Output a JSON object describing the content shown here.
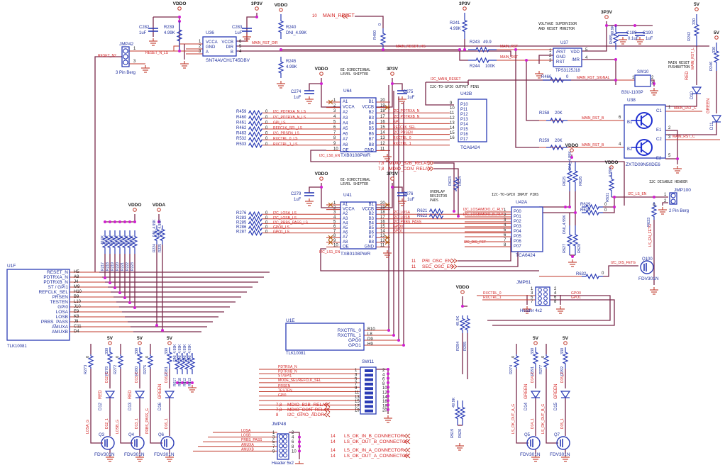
{
  "power": {
    "vddo": "VDDO",
    "p3v3": "3P3V",
    "v5": "5V",
    "vdda": "VDDA"
  },
  "top": {
    "c282": {
      "ref": "C282",
      "val": "1uF"
    },
    "r239": {
      "ref": "R239",
      "val": "4.99K"
    },
    "u36": {
      "ref": "U36",
      "part": "SN74AVCH1T45DBV",
      "pins_left": [
        "VCCA",
        "GND",
        "A"
      ],
      "pins_right": [
        "VCCB",
        "DIR",
        "B"
      ],
      "pin_nums_left": [
        "1",
        "2",
        "3"
      ],
      "pin_nums_right": [
        "6",
        "5",
        "4"
      ]
    },
    "c283": {
      "ref": "C283",
      "val": "1uF"
    },
    "r240": {
      "ref": "R240",
      "val": "DNI_4.99K"
    },
    "r245": {
      "ref": "R245",
      "val": "4.99K"
    },
    "jmp42": {
      "ref": "JMP42",
      "part": "3 Pin Berg",
      "pin1": "1",
      "pin3": "3"
    },
    "nets": {
      "reset_n2": "RESET_N2",
      "reset_n_ls": "RESET_N_LS",
      "main_rst_dir": "MAIN_RST_DIR",
      "main_reset_hs": "MAIN_RESET_HS",
      "main_rst": "MAIN_RST",
      "main_reset": "MAIN_RESET",
      "main_reset_sheet": "10"
    },
    "r490": {
      "ref": "R490",
      "val": "0"
    },
    "r241": {
      "ref": "R241",
      "val": "4.99K"
    },
    "r243": {
      "ref": "R243",
      "val": "49.9"
    },
    "r244": {
      "ref": "R244",
      "val": "100K"
    },
    "u37": {
      "ref": "U37",
      "part": "TPS3125J18",
      "title1": "VOLTAGE SUPERVISOR",
      "title2": "AND RESET MONITOR",
      "pins_left": [
        "/RST",
        "GND",
        "RST"
      ],
      "pins_right": [
        "VDD",
        "/MR"
      ],
      "pin_nums_left": [
        "1",
        "2",
        "3"
      ],
      "pin_nums_right": [
        "5",
        "4"
      ]
    },
    "r495": {
      "ref": "R495",
      "val": "49.9K"
    },
    "c189": {
      "ref": "C189",
      "val": "0.1uF"
    },
    "c190": {
      "ref": "C190",
      "val": "1uF"
    },
    "r242": {
      "ref": "R242",
      "val": "330",
      "net": "MAIN_RST_L"
    },
    "r246": {
      "ref": "R246",
      "val": "330"
    },
    "sw10": {
      "ref": "SW10",
      "part": "B3U-1100P",
      "title1": "MAIN RESET",
      "title2": "PUSHBUTTON",
      "p1": "1",
      "p2": "2",
      "p3": "3"
    },
    "r466": {
      "ref": "R466",
      "val": "0",
      "net": "MAIN_RST_SIGNAL"
    },
    "d10": {
      "ref": "D10",
      "color": "RED"
    },
    "d11": {
      "ref": "D11",
      "color": "GREEN"
    }
  },
  "u64": {
    "ref": "U64",
    "part": "TXB0108PWR",
    "title1": "BI-DIRECTIONAL",
    "title2": "LEVEL SHIFTER",
    "left": [
      "A1",
      "VCCA",
      "A2",
      "A3",
      "A4",
      "A5",
      "A6",
      "A7",
      "A8",
      "OE"
    ],
    "left_nums": [
      "1",
      "2",
      "3",
      "4",
      "5",
      "6",
      "7",
      "8",
      "9",
      "10"
    ],
    "right": [
      "B1",
      "VCCB",
      "B2",
      "B3",
      "B4",
      "B5",
      "B6",
      "B7",
      "B8",
      "GND"
    ],
    "right_nums": [
      "20",
      "19",
      "18",
      "17",
      "16",
      "15",
      "14",
      "13",
      "12",
      "11"
    ],
    "c274": {
      "ref": "C274",
      "val": "1uF"
    },
    "c275": {
      "ref": "C275",
      "val": "1uF"
    },
    "resistors": [
      "R459",
      "R460",
      "R461",
      "R462",
      "R463",
      "R532",
      "R533"
    ],
    "res_val": "0",
    "left_nets": [
      "I2C_PDTRXA_N_LS",
      "I2C_PDTRXB_N_LS",
      "GPI_LS",
      "REFCLK_SEL_LS",
      "I2C_PRSEN_LS",
      "RXCTRL_0_LS",
      "RXCTRL_1_LS"
    ],
    "right_nets": [
      "I2C_PDTRXA_N",
      "I2C_PDTRXB_N",
      "GPI",
      "REFCLK_SEL",
      "I2C_PRSEN",
      "RXCTRL_0",
      "RXCTRL_1"
    ],
    "oe_net": "I2C_LS0_EN",
    "main_reset_net": "I2C_MAIN_RESET"
  },
  "u42b": {
    "ref": "U42B",
    "part": "TCA6424",
    "title": "I2C-TO-GPIO OUTPUT PINS",
    "pins": [
      "P10",
      "P11",
      "P12",
      "P13",
      "P14",
      "P15",
      "P16",
      "P17"
    ],
    "nums": [
      "9",
      "10",
      "11",
      "12",
      "13",
      "14",
      "15",
      "16"
    ]
  },
  "u41": {
    "ref": "U41",
    "part": "TXB0108PWR",
    "title1": "BI-DIRECTIONAL",
    "title2": "LEVEL SHIFTER",
    "left": [
      "A1",
      "VCCA",
      "A2",
      "A3",
      "A4",
      "A5",
      "A6",
      "A7",
      "A8",
      "OE"
    ],
    "left_nums": [
      "1",
      "2",
      "3",
      "4",
      "5",
      "6",
      "7",
      "8",
      "9",
      "10"
    ],
    "right": [
      "B1",
      "VCCB",
      "B2",
      "B3",
      "B4",
      "B5",
      "B6",
      "B7",
      "B8",
      "GND"
    ],
    "right_nums": [
      "20",
      "19",
      "18",
      "17",
      "16",
      "15",
      "14",
      "13",
      "12",
      "11"
    ],
    "c279": {
      "ref": "C279",
      "val": "1uF"
    },
    "c276": {
      "ref": "C276",
      "val": "1uF"
    },
    "resistors": [
      "R276",
      "R283",
      "R285",
      "R286",
      "R287"
    ],
    "res_val": "0",
    "left_nets": [
      "I2C_LOSA_LS",
      "I2C_LOSB_LS",
      "I2C_PRBS_PASS_LS",
      "GPO0_LS",
      "GPO1_LS"
    ],
    "right_nets": [
      "I2C_LOSA",
      "I2C_LOSB",
      "I2C_PRBS_PASS",
      "GPO0",
      "GPO1"
    ],
    "oe_net": "I2C_LS1_EN",
    "relay_sheet": "7,8",
    "mdio_b2b": "MDIO_B2B_RELAY",
    "mdio_con": "MDIO_CON_RELAY",
    "osc_sheet": "11",
    "pri_osc": "PRI_OSC_EN",
    "sec_osc": "SEC_OSC_EN",
    "overlap_title1": "OVERLAP",
    "overlap_title2": "RESISTOR",
    "overlap_title3": "PADS",
    "r621": "R621",
    "r622": "R622",
    "r623": "R623",
    "r624": "R624",
    "dni0": "DNI_0",
    "u42a_nets": [
      "I2C_LOSA/MDIO_C_RLY",
      "I2C_LOSB/MDIO_B_RLY"
    ],
    "dis_fet": "I2C_DIS_FET"
  },
  "u42a": {
    "ref": "U42A",
    "part": "TCA6424",
    "title": "I2C-TO-GPIO INPUT PINS",
    "pins": [
      "P00",
      "P01",
      "P02",
      "P03",
      "P04",
      "P05",
      "P06",
      "P07"
    ],
    "nums": [
      "1",
      "2",
      "3",
      "4",
      "5",
      "6",
      "7",
      "8"
    ]
  },
  "u38": {
    "ref": "U38",
    "part": "ZXTD09N50DE6",
    "pins": [
      "C1",
      "B1",
      "E1",
      "C2",
      "B2",
      "E2"
    ],
    "nums": {
      "c1": "1",
      "b1": "6",
      "e1": "2",
      "c2": "3",
      "b2": "4",
      "e2": "5"
    },
    "r258": {
      "ref": "R258",
      "val": "20K"
    },
    "r259": {
      "ref": "R259",
      "val": "20K"
    },
    "net_b": "MAIN_RST_B",
    "net_c": "MAIN_RST_C"
  },
  "i2c_disable": {
    "title": "I2C DISABLE HEADER",
    "jmp": "JMP100",
    "part": "2 Pin Berg",
    "net": "I2C_LS_EN",
    "r625": "R625",
    "r626": "R626",
    "r627": "R627",
    "r628": "R628",
    "r629": "R629",
    "r630": "R630",
    "r631": "R631",
    "r633": "R633",
    "r632": "R632",
    "dni_499": "DNI_4.99K",
    "val_499": "4.99K",
    "zero": "0",
    "fet_net": "LS_EN_FETG",
    "dis_net": "I2C_DIS_FETG",
    "q100": "Q100",
    "fet": "FDV301N"
  },
  "u1f": {
    "ref": "U1F",
    "part": "TLK10081",
    "pins": [
      "RESET_N",
      "PDTRXA_N",
      "PDTRXB_N",
      "ST / GPI1",
      "REFCLK_SEL",
      "PRSEN",
      "TESTEN",
      "GPI0",
      "LOSA",
      "LOSB",
      "PRBS_PASS",
      "AMUXA",
      "AMUXB"
    ],
    "balls": [
      "H5",
      "A8",
      "J4",
      "M9",
      "H10",
      "B9",
      "L10",
      "J10",
      "E9",
      "K8",
      "J9",
      "C11",
      "D4"
    ],
    "pullups": [
      "R217",
      "R218",
      "R219",
      "R220",
      "R221",
      "R222",
      "R223"
    ],
    "pullup_val": "49.9K",
    "vdda_res": [
      "R224",
      "R225"
    ],
    "vdda_val": "DNI_4.99K"
  },
  "u1e": {
    "ref": "U1E",
    "part": "TLK10081",
    "pins": [
      "RXCTRL_0",
      "RXCTRL_1",
      "GPO0",
      "GPO1"
    ],
    "balls": [
      "B10",
      "L8",
      "D9",
      "H9"
    ]
  },
  "sw11": {
    "ref": "SW11",
    "odd": [
      "1",
      "3",
      "5",
      "7",
      "9",
      "11",
      "13",
      "15",
      "17",
      "19"
    ],
    "even": [
      "2",
      "4",
      "6",
      "8",
      "10",
      "12",
      "14",
      "16",
      "18",
      "20"
    ],
    "nets": [
      "PDTRXA_N",
      "PDTRXB_N",
      "ST/GPI1",
      "MODE_SEL/REFCLK_SEL",
      "PRSEN",
      "TESTEN",
      "GPI0"
    ],
    "ext": [
      {
        "sheet": "7,8",
        "net": "MDIO_B2B_RELAY"
      },
      {
        "sheet": "7,8",
        "net": "MDIO_CON_RELAY"
      },
      {
        "sheet": "8",
        "net": "I2C_GPIO_ADDR"
      }
    ]
  },
  "jmp48": {
    "ref": "JMP48",
    "part": "Header 5x2",
    "odd": [
      "1",
      "3",
      "5",
      "7",
      "9"
    ],
    "even": [
      "2",
      "4",
      "6",
      "8",
      "10"
    ],
    "nets": [
      "LOSA",
      "LOSB",
      "PRBS_PASS",
      "AMUXA",
      "AMUXB"
    ]
  },
  "jmp61": {
    "ref": "JMP61",
    "part": "Header 4x2",
    "odd": [
      "1",
      "3",
      "5",
      "7"
    ],
    "even": [
      "2",
      "4",
      "6",
      "8"
    ],
    "left_nets": [
      "RXCTRL_0",
      "RXCTRL_1"
    ],
    "right_nets": [
      "GPO0",
      "GPO1"
    ]
  },
  "connectors": [
    {
      "sheet": "14",
      "net": "LS_OK_IN_B_CONNECTOR"
    },
    {
      "sheet": "14",
      "net": "LS_OK_OUT_B_CONNECTOR"
    },
    {
      "sheet": "14",
      "net": "LS_OK_IN_A_CONNECTOR"
    },
    {
      "sheet": "14",
      "net": "LS_OK_OUT_A_CONNECTOR"
    }
  ],
  "leds": [
    {
      "r_gate": "R273",
      "r_led": "R278",
      "led": "D12",
      "color": "RED",
      "q": "Q3",
      "gate_net": "LOSA_G",
      "led_net_top": "D12_2",
      "led_net_bot": "D12_1"
    },
    {
      "r_gate": "R272",
      "r_led": "R280",
      "led": "D13",
      "color": "RED",
      "q": "Q4",
      "gate_net": "LOSB_G",
      "led_net_top": "D13_2",
      "led_net_bot": "D13_1"
    },
    {
      "r_gate": "R275",
      "r_led": "R281",
      "led": "D16",
      "color": "GREEN",
      "q": "Q6",
      "gate_net": "PRBS_PASS_G",
      "led_net_top": "D16_2",
      "led_net_bot": "D16_1"
    },
    {
      "r_gate": "R274",
      "r_led": "R291",
      "led": "D14",
      "color": "GREEN",
      "q": "Q5",
      "gate_net": "LS_OK_OUT_A_G",
      "led_net_top": "D14_2",
      "led_net_bot": "D14_1"
    },
    {
      "r_gate": "R277",
      "r_led": "R292",
      "led": "D15",
      "color": "GREEN",
      "q": "Q7",
      "gate_net": "LS_OK_OUT_B_G",
      "led_net_top": "D15_2",
      "led_net_bot": "D15_1"
    }
  ],
  "led_common": {
    "r_gate_val": "0",
    "r_led_val": "330",
    "fet": "FDV301N"
  },
  "pulldowns": {
    "refs": [
      "R617",
      "R618",
      "R612",
      "R613"
    ],
    "val": "DNI_4.99K"
  },
  "rx_pull": {
    "top": [
      "R294",
      "R295"
    ],
    "top_val": "49.9K",
    "bot": [
      "R619",
      "R620"
    ],
    "bot_val": "49.9K"
  }
}
